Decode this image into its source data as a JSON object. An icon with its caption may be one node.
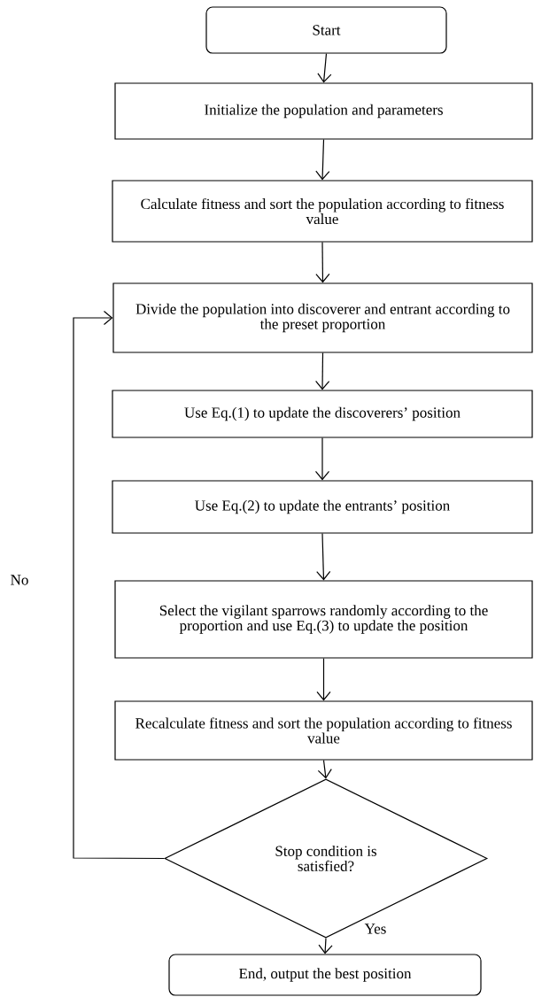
{
  "diagram": {
    "nodes": [
      {
        "text": [
          "Start"
        ]
      },
      {
        "text": [
          "Initialize the population and parameters"
        ]
      },
      {
        "text": [
          "Calculate fitness and sort the population according to fitness value"
        ]
      },
      {
        "text": [
          "Divide the population into discoverer and entrant according to the preset proportion"
        ]
      },
      {
        "text": [
          "Use Eq.(1) to update the discoverers’ position"
        ]
      },
      {
        "text": [
          "Use Eq.(2) to update the entrants’ position"
        ]
      },
      {
        "text": [
          "Select the vigilant sparrows randomly according to the proportion and use Eq.(3) to update the position"
        ]
      },
      {
        "text": [
          "Recalculate fitness and sort the population according to fitness value"
        ]
      },
      {
        "text": [
          "Stop condition is satisfied?"
        ]
      },
      {
        "text": [
          "End, output the best position"
        ]
      }
    ],
    "edges": [
      {
        "from": 0,
        "to": 1,
        "arrow": "to"
      },
      {
        "from": 1,
        "to": 2,
        "arrow": "to"
      },
      {
        "from": 2,
        "to": 3,
        "arrow": "to"
      },
      {
        "from": 3,
        "to": 4,
        "arrow": "to"
      },
      {
        "from": 4,
        "to": 5,
        "arrow": "to"
      },
      {
        "from": 5,
        "to": 6,
        "arrow": "to"
      },
      {
        "from": 6,
        "to": 7,
        "arrow": "to"
      },
      {
        "from": 7,
        "to": 8,
        "arrow": "to"
      },
      {
        "from": 8,
        "to": 9,
        "label": "Yes",
        "arrow": "to"
      },
      {
        "from": 8,
        "to": 3,
        "label": "No",
        "arrow": "to"
      }
    ]
  }
}
